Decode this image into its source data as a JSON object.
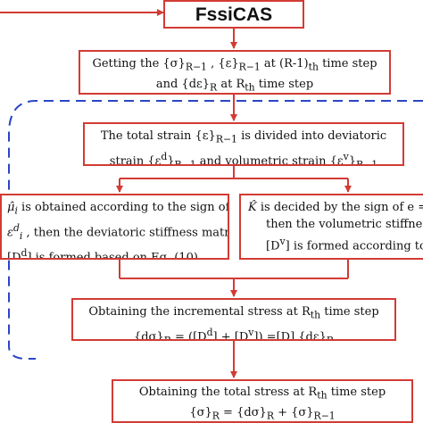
{
  "flowchart": {
    "colors": {
      "box_border": "#d23b34",
      "arrow": "#d23b34",
      "loop_dashed": "#2a45c8"
    },
    "title": "FssiCAS",
    "box1": {
      "line1": "Getting the {σ}",
      "line1_sub1": "R−1",
      "line1_b": " , {ε}",
      "line1_sub2": "R−1",
      "line1_c": " at (R-1)",
      "line1_sub3": "th",
      "line1_d": " time step",
      "line2": "and {dε}",
      "line2_sub": "R",
      "line2_b": " at R",
      "line2_sub2": "th",
      "line2_c": " time step"
    },
    "box2": {
      "line1": "The total strain {ε}",
      "line1_sub": "R−1",
      "line1_b": " is divided into deviatoric",
      "line2": "strain {ε",
      "line2_sup1": "d",
      "line2_b": "}",
      "line2_sub1": "R−1",
      "line2_c": " and volumetric strain {ε",
      "line2_sup2": "v",
      "line2_d": "}",
      "line2_sub2": "R−1"
    },
    "box_left": {
      "line1_sym": "μ̂",
      "line1_sym_sub": "i",
      "line1": " is obtained according to the sign of",
      "line2_sym": "ε",
      "line2_sup": "d",
      "line2_sub": "i",
      "line2": " , then the deviatoric stiffness matrix",
      "line3": "[D",
      "line3_sup": "d",
      "line3_b": "] is formed based on Eq. (10)"
    },
    "box_right": {
      "line1_sym": "K̂",
      "line1": " is decided by the sign of e =",
      "line2": "then the volumetric stiffness m",
      "line3": "[D",
      "line3_sup": "v",
      "line3_b": "] is formed according to Eq"
    },
    "box4": {
      "line1": "Obtaining the incremental stress at R",
      "line1_sub": "th",
      "line1_b": " time step",
      "line2": "{dσ}",
      "line2_sub": "R",
      "line2_b": " = ([D",
      "line2_sup1": "d",
      "line2_c": "] + [D",
      "line2_sup2": "v",
      "line2_d": "]) =[D] {dε}",
      "line2_sub2": "R"
    },
    "box5": {
      "line1": "Obtaining the total stress at R",
      "line1_sub": "th",
      "line1_b": " time step",
      "line2": "{σ}",
      "line2_sub": "R",
      "line2_b": " = {dσ}",
      "line2_sub2": "R",
      "line2_c": " + {σ}",
      "line2_sub3": "R−1"
    }
  }
}
